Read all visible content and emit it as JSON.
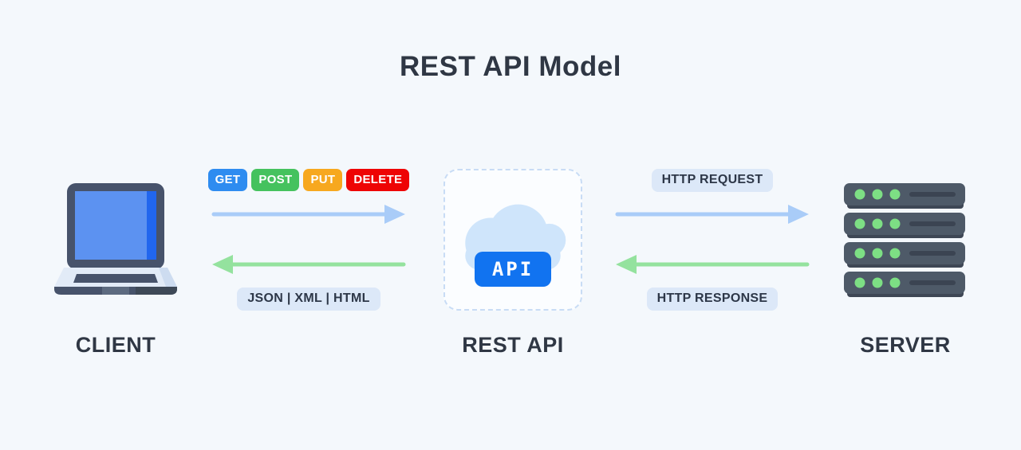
{
  "title": "REST API Model",
  "client": {
    "label": "CLIENT"
  },
  "rest_api": {
    "label": "REST API",
    "api_badge": "API"
  },
  "server": {
    "label": "SERVER"
  },
  "client_channel": {
    "methods": [
      {
        "label": "GET",
        "color": "#2e8cf0"
      },
      {
        "label": "POST",
        "color": "#45c25e"
      },
      {
        "label": "PUT",
        "color": "#f7a81f"
      },
      {
        "label": "DELETE",
        "color": "#ee0404"
      }
    ],
    "response_formats_label": "JSON | XML | HTML"
  },
  "server_channel": {
    "request_label": "HTTP REQUEST",
    "response_label": "HTTP RESPONSE"
  },
  "colors": {
    "background": "#f4f8fc",
    "heading_text": "#2f3744",
    "request_arrow_blue": "#a9ccf8",
    "response_arrow_green": "#94e29e",
    "pill_background": "#dce8f8",
    "api_chip_blue": "#1173f0",
    "cloud_blue": "#cfe5fb",
    "dashed_border": "#c8dcf5",
    "hardware_slate": "#4e5a68",
    "server_led_green": "#7ddf84"
  }
}
